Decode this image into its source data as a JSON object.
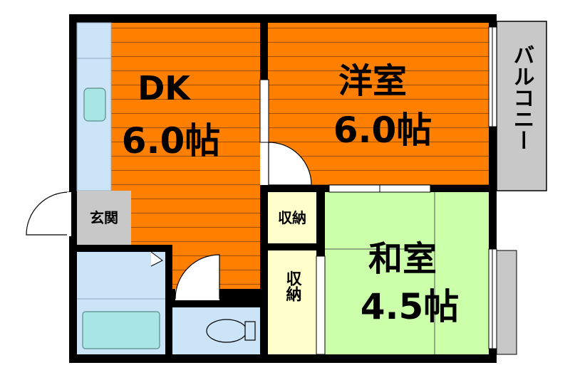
{
  "rooms": {
    "dk": {
      "name": "DK",
      "size": "6.0帖"
    },
    "western": {
      "name": "洋室",
      "size": "6.0帖"
    },
    "japanese": {
      "name": "和室",
      "size": "4.5帖"
    }
  },
  "labels": {
    "balcony": "バルコニー",
    "entrance": "玄関",
    "storage_top": "収納",
    "storage_bottom": "収納"
  },
  "colors": {
    "dk_floor": "#ff8000",
    "western_floor": "#ff8000",
    "japanese_floor": "#ccffaa",
    "storage": "#ffffcc",
    "wet_area": "#cce4f7",
    "balcony": "#c8c8c8",
    "wall": "#000000"
  }
}
